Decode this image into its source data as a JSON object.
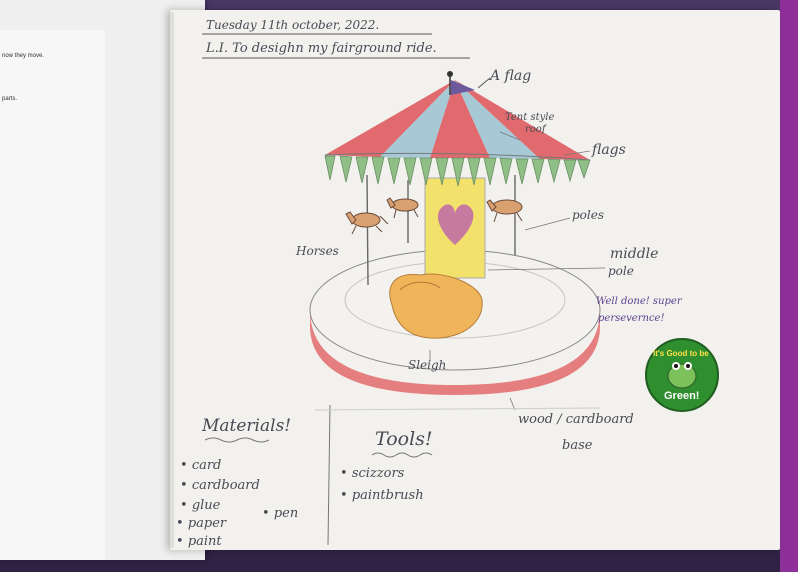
{
  "left_page": {
    "line1": "now they move.",
    "line2": "parts."
  },
  "header": {
    "date": "Tuesday 11th october, 2022.",
    "objective": "L.I. To desighn my fairground ride."
  },
  "labels": {
    "flag": "A flag",
    "tent_roof_line1": "Tent style",
    "tent_roof_line2": "roof",
    "flags": "flags",
    "poles": "poles",
    "horses": "Horses",
    "middle_pole_line1": "middle",
    "middle_pole_line2": "pole",
    "sleigh": "Sleigh",
    "base_line1": "wood / cardboard",
    "base_line2": "base"
  },
  "teacher_comment": {
    "line1": "Well done! super",
    "line2": "persevernce!"
  },
  "sticker": {
    "top_text": "It's Good to be",
    "bottom_text": "Green!"
  },
  "materials": {
    "heading": "Materials!",
    "items": [
      "card",
      "cardboard",
      "glue",
      "paper",
      "paint"
    ],
    "extra": "pen"
  },
  "tools": {
    "heading": "Tools!",
    "items": [
      "scizzors",
      "paintbrush"
    ]
  },
  "colors": {
    "roof_red": "#e06a6e",
    "roof_blue": "#a7c9d6",
    "flag_purple": "#6c5a9c",
    "pole_yellow": "#f2e16a",
    "heart_pink": "#c77aa0",
    "base_red": "#e36b6b",
    "sleigh_orange": "#f0b45a",
    "bunting_green": "#8fbf86",
    "horse_tan": "#d9a070",
    "desk_purple": "#4b3764",
    "sticker_green": "#2f8f2f"
  }
}
